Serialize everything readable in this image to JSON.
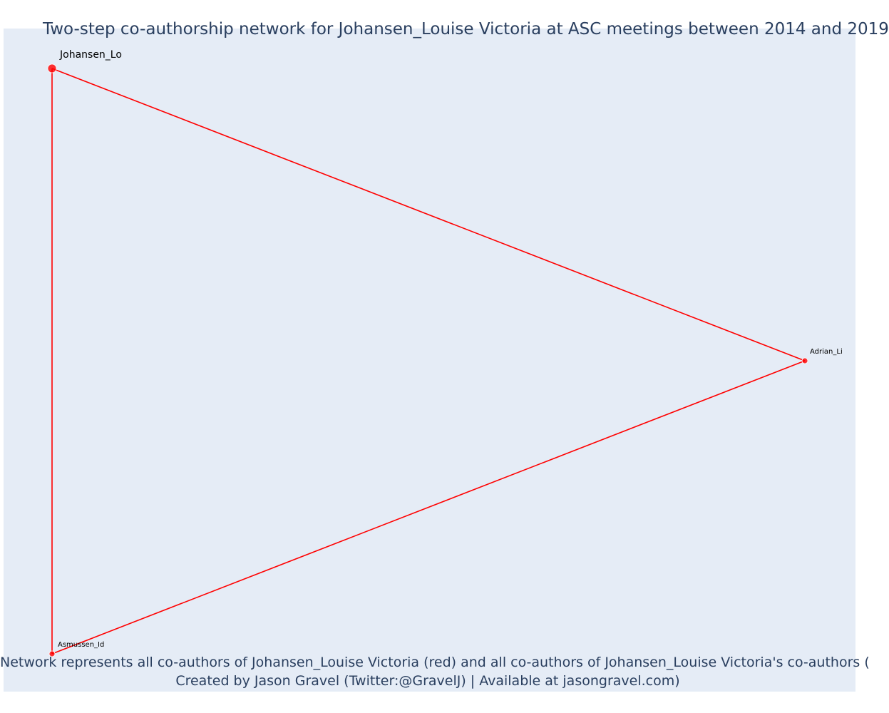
{
  "title": "Two-step co-authorship network for Johansen_Louise Victoria at ASC meetings between 2014 and 2019",
  "caption": {
    "line1": "Network represents all co-authors of Johansen_Louise Victoria (red) and all co-authors of Johansen_Louise Victoria's co-authors (",
    "line2": "Created by Jason Gravel (Twitter:@GravelJ) | Available at jasongravel.com)"
  },
  "colors": {
    "edge": "#ff0000",
    "node": "#ff0000",
    "plot_background": "#e5ecf6",
    "text": "#2a3f5f"
  },
  "nodes": [
    {
      "id": "johansen",
      "label": "Johansen_Lo",
      "role": "focal"
    },
    {
      "id": "adrian",
      "label": "Adrian_Li",
      "role": "co-author"
    },
    {
      "id": "asmussen",
      "label": "Asmussen_Id",
      "role": "co-author"
    }
  ],
  "edges": [
    {
      "source": "johansen",
      "target": "adrian"
    },
    {
      "source": "johansen",
      "target": "asmussen"
    },
    {
      "source": "adrian",
      "target": "asmussen"
    }
  ]
}
